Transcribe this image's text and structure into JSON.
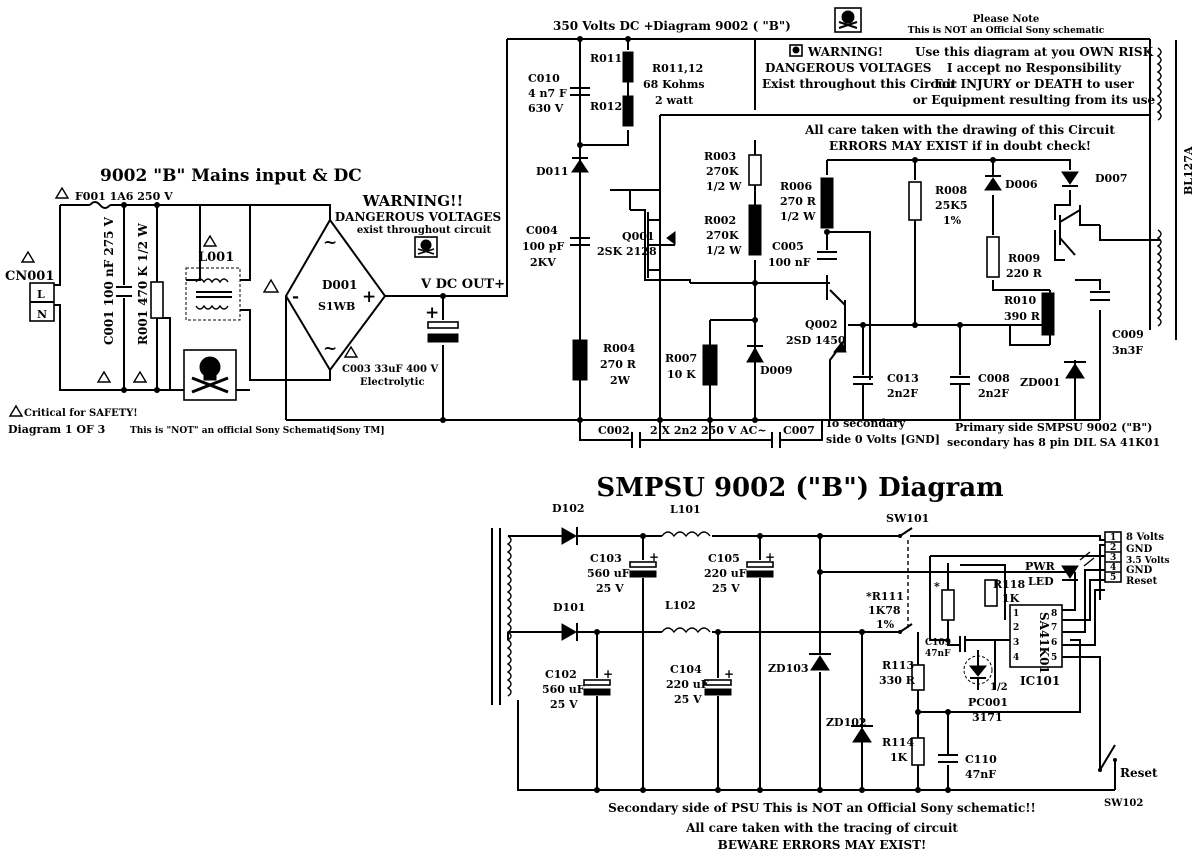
{
  "top": {
    "header": {
      "supply": "350 Volts DC +",
      "diagram": "Diagram 9002 ( \"B\")",
      "please_note": "Please Note",
      "not_official": "This is NOT an Official Sony schematic"
    },
    "warning_box": {
      "title": "WARNING!",
      "line1": "DANGEROUS VOLTAGES",
      "line2": "Exist throughout this Circuit"
    },
    "risk": {
      "line1": "Use this diagram at you OWN RISK",
      "line2": "I accept no Responsibility",
      "line3": "For INJURY or DEATH to user",
      "line4": "or Equipment resulting from its use"
    },
    "care": {
      "line1": "All care taken with the drawing of this Circuit",
      "line2": "ERRORS MAY EXIST if in doubt check!"
    },
    "mains_title": "9002 \"B\" Mains input & DC",
    "big_warning": {
      "title": "WARNING!!",
      "line1": "DANGEROUS VOLTAGES",
      "line2": "exist throughout circuit"
    },
    "vdc_out": "V DC OUT+",
    "critical": "Critical for SAFETY!",
    "diagram_of": "Diagram 1 OF 3",
    "not_official_bottom": "This is \"NOT\" an official Sony Schematic",
    "sony_tm": "[Sony TM]",
    "secondary_gnd1": "To secondary",
    "secondary_gnd2": "side 0 Volts  [GND]",
    "primary1": "Primary side SMPSU 9002 (\"B\")",
    "primary2": "secondary has 8 pin DIL SA 41K01",
    "transformer": "BL127A",
    "labels": {
      "cn001": "CN001",
      "l": "L",
      "n": "N",
      "f001": "F001  1A6  250 V",
      "c001": "C001 100 nF 275 V",
      "r001": "R001 470 K 1/2 W",
      "l001": "L001",
      "d001": "D001",
      "s1wb": "S1WB",
      "tilde": "~",
      "plus": "+",
      "minus": "-",
      "c003a": "C003 33uF 400 V",
      "c003b": "Electrolytic",
      "r011": "R011",
      "r012": "R012",
      "r01112a": "R011,12",
      "r01112b": "68 Kohms",
      "r01112c": "2 watt",
      "c010a": "C010",
      "c010b": "4 n7 F",
      "c010c": "630 V",
      "d011": "D011",
      "c004a": "C004",
      "c004b": "100 pF",
      "c004c": "2KV",
      "q001a": "Q001",
      "q001b": "2SK 2128",
      "r003a": "R003",
      "r003b": "270K",
      "r003c": "1/2 W",
      "r002a": "R002",
      "r002b": "270K",
      "r002c": "1/2 W",
      "r006a": "R006",
      "r006b": "270 R",
      "r006c": "1/2 W",
      "c005a": "C005",
      "c005b": "100 nF",
      "r008a": "R008",
      "r008b": "25K5",
      "r008c": "1%",
      "d006": "D006",
      "d007": "D007",
      "r009a": "R009",
      "r009b": "220 R",
      "r010a": "R010",
      "r010b": "390 R",
      "c009a": "C009",
      "c009b": "3n3F",
      "q002a": "Q002",
      "q002b": "2SD 1450",
      "r004a": "R004",
      "r004b": "270 R",
      "r004c": "2W",
      "r007a": "R007",
      "r007b": "10 K",
      "d009": "D009",
      "c013a": "C013",
      "c013b": "2n2F",
      "c008a": "C008",
      "c008b": "2n2F",
      "zd001": "ZD001",
      "c002": "C002",
      "c007": "C007",
      "c2x": "2 X 2n2 250 V AC~"
    }
  },
  "title": "SMPSU 9002 (\"B\") Diagram",
  "bottom": {
    "footer1": "Secondary side of PSU   This is NOT an Official Sony schematic!!",
    "footer2": "All care taken with the tracing of circuit",
    "footer3": "BEWARE ERRORS MAY EXIST!",
    "labels": {
      "d102": "D102",
      "d101": "D101",
      "l101": "L101",
      "l102": "L102",
      "c103a": "C103",
      "c103b": "560 uF",
      "c103c": "25 V",
      "c105a": "C105",
      "c105b": "220 uF",
      "c105c": "25 V",
      "c102a": "C102",
      "c102b": "560 uF",
      "c102c": "25 V",
      "c104a": "C104",
      "c104b": "220 uF",
      "c104c": "25 V",
      "sw101": "SW101",
      "r111a": "*R111",
      "r111b": "1K78",
      "r111c": "1%",
      "zd103": "ZD103",
      "zd102": "ZD102",
      "r113a": "R113",
      "r113b": "330 R",
      "r114a": "R114",
      "r114b": "1K",
      "c109a": "C109",
      "c109b": "47nF",
      "c110a": "C110",
      "c110b": "47nF",
      "r118a": "R118",
      "r118b": "1K",
      "pwr": "PWR",
      "led": "LED",
      "ic": "SA41K01",
      "ic101": "IC101",
      "pc001a": "PC001",
      "pc001b": "3171",
      "half": "1/2",
      "star": "*",
      "sw102": "SW102",
      "reset": "Reset",
      "conn": [
        "8 Volts",
        "GND",
        "3.5 Volts",
        "GND",
        "Reset"
      ],
      "conn_num": [
        "1",
        "2",
        "3",
        "4",
        "5"
      ],
      "ic_pins": [
        "1",
        "2",
        "3",
        "4",
        "8",
        "7",
        "6",
        "5"
      ]
    }
  }
}
